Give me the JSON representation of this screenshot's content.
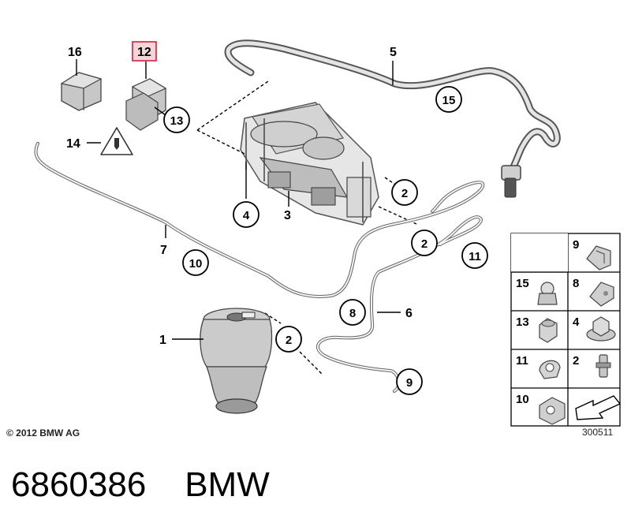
{
  "parts": {
    "p1": "1",
    "p2a": "2",
    "p2b": "2",
    "p2c": "2",
    "p3": "3",
    "p4": "4",
    "p5": "5",
    "p6": "6",
    "p7": "7",
    "p8": "8",
    "p9": "9",
    "p10": "10",
    "p11": "11",
    "p12": "12",
    "p13": "13",
    "p14": "14",
    "p15": "15",
    "p16": "16"
  },
  "legend": [
    {
      "num": "9"
    },
    {
      "num": "15"
    },
    {
      "num": "8"
    },
    {
      "num": "13"
    },
    {
      "num": "4"
    },
    {
      "num": "11"
    },
    {
      "num": "2"
    },
    {
      "num": "10"
    }
  ],
  "copyright": "© 2012 BMW AG",
  "diagram_id": "300511",
  "footer": {
    "part_number": "6860386",
    "brand": "BMW"
  },
  "colors": {
    "highlight": "#d2203a",
    "highlight_fill": "#f4d6da",
    "part_gray": "#d8d8d8"
  }
}
